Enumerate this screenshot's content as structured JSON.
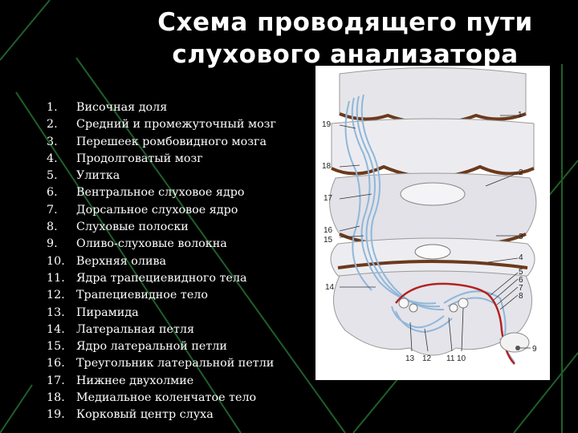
{
  "slide": {
    "title_line1": "Схема проводящего пути",
    "title_line2": "слухового анализатора"
  },
  "list_items": [
    {
      "num": "1.",
      "text": "Височная доля"
    },
    {
      "num": "2.",
      "text": "Средний и промежуточный мозг"
    },
    {
      "num": "3.",
      "text": "Перешеек ромбовидного мозга"
    },
    {
      "num": "4.",
      "text": "Продолговатый мозг"
    },
    {
      "num": "5.",
      "text": "Улитка"
    },
    {
      "num": "6.",
      "text": "Вентральное слуховое ядро"
    },
    {
      "num": "7.",
      "text": "Дорсальное слуховое ядро"
    },
    {
      "num": "8.",
      "text": "Слуховые полоски"
    },
    {
      "num": "9.",
      "text": "Оливо-слуховые волокна"
    },
    {
      "num": "10.",
      "text": "Верхняя олива"
    },
    {
      "num": "11.",
      "text": "Ядра трапециевидного тела"
    },
    {
      "num": "12.",
      "text": "Трапециевидное тело"
    },
    {
      "num": "13.",
      "text": "Пирамида"
    },
    {
      "num": "14.",
      "text": "Латеральная петля"
    },
    {
      "num": "15.",
      "text": "Ядро латеральной петли"
    },
    {
      "num": "16.",
      "text": "Треугольник латеральной петли"
    },
    {
      "num": "17.",
      "text": "Нижнее двухолмие"
    },
    {
      "num": "18.",
      "text": "Медиальное коленчатое тело"
    },
    {
      "num": "19.",
      "text": "Корковый центр слуха"
    }
  ],
  "figure_labels": {
    "l1": "1",
    "l2": "2",
    "l3": "3",
    "l4": "4",
    "l5": "5",
    "l6": "6",
    "l7": "7",
    "l8": "8",
    "l9": "9",
    "l10": "10",
    "l11": "11",
    "l12": "12",
    "l13": "13",
    "l14": "14",
    "l15": "15",
    "l16": "16",
    "l17": "17",
    "l18": "18",
    "l19": "19"
  },
  "colors": {
    "background": "#000000",
    "text": "#ffffff",
    "decor_lines": "#1f5f2a",
    "pathway_blue": "#8fb7da",
    "pathway_red": "#b22222",
    "section_edge": "#6b3a1c"
  },
  "icons": {
    "decor": "green-diagonal-lines"
  }
}
